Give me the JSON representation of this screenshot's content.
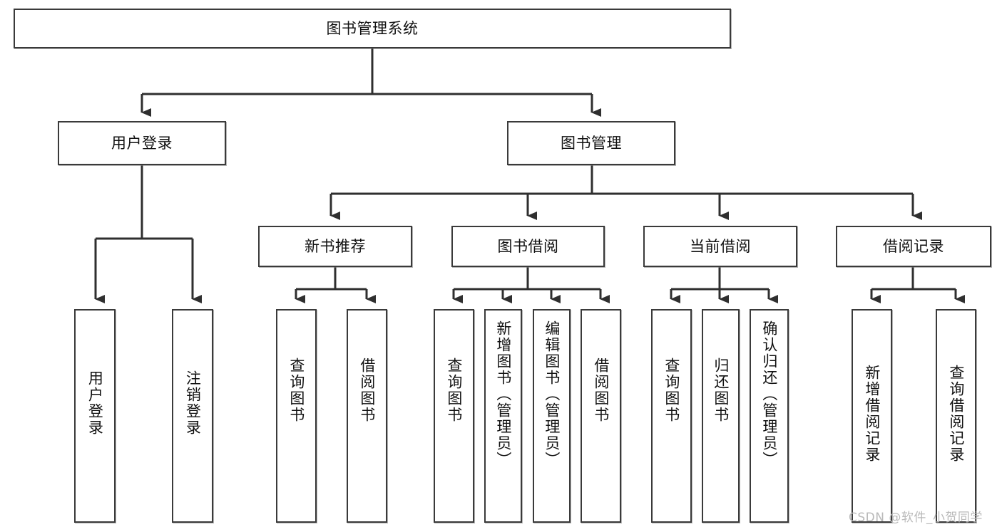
{
  "diagram": {
    "title": "图书管理系统",
    "type": "tree",
    "root": {
      "label": "图书管理系统"
    },
    "level1": [
      {
        "label": "用户登录"
      },
      {
        "label": "图书管理"
      }
    ],
    "level2": [
      {
        "label": "新书推荐"
      },
      {
        "label": "图书借阅"
      },
      {
        "label": "当前借阅"
      },
      {
        "label": "借阅记录"
      }
    ],
    "leaves": {
      "user_login": [
        {
          "label": "用户登录"
        },
        {
          "label": "注销登录"
        }
      ],
      "new_book_recommend": [
        {
          "label": "查询图书"
        },
        {
          "label": "借阅图书"
        }
      ],
      "book_borrow": [
        {
          "label": "查询图书"
        },
        {
          "label": "新增图书（管理员）"
        },
        {
          "label": "编辑图书（管理员）"
        },
        {
          "label": "借阅图书"
        }
      ],
      "current_borrow": [
        {
          "label": "查询图书"
        },
        {
          "label": "归还图书"
        },
        {
          "label": "确认归还（管理员）"
        }
      ],
      "borrow_record": [
        {
          "label": "新增借阅记录"
        },
        {
          "label": "查询借阅记录"
        }
      ]
    }
  },
  "watermark": {
    "text": "CSDN @软件_小贺同学"
  },
  "colors": {
    "box_border": "#3a3a3a",
    "box_fill": "#ffffff",
    "line": "#2f2f2f",
    "text": "#111111",
    "watermark": "#b9b9b9"
  }
}
